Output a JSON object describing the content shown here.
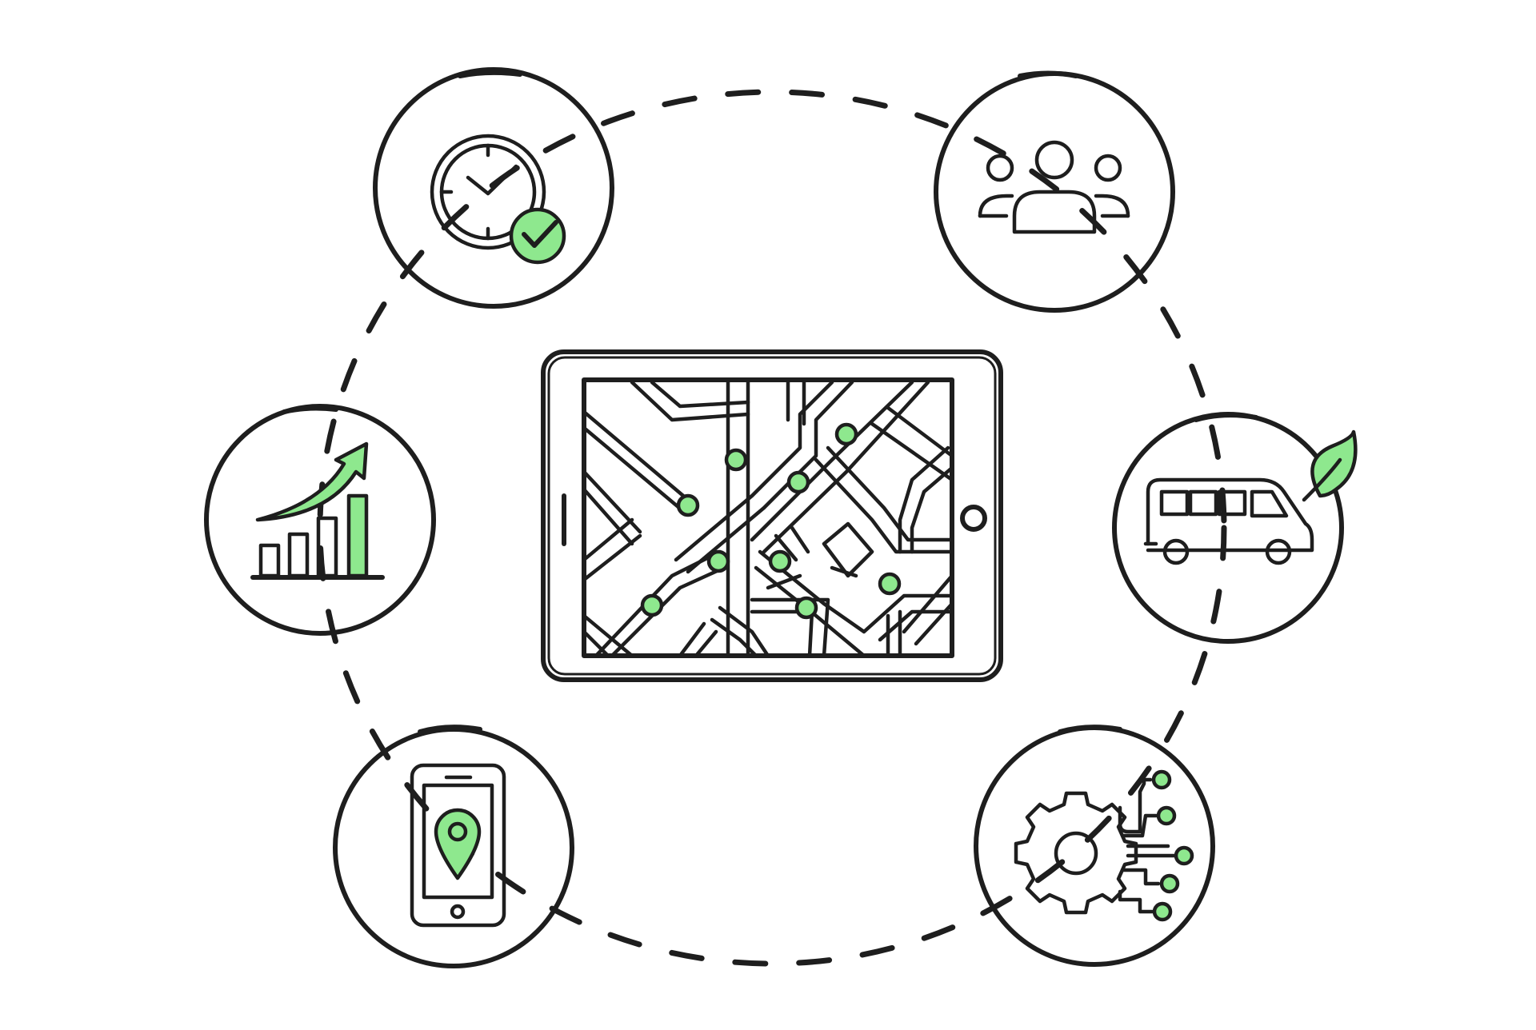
{
  "colors": {
    "ink": "#1e1e1e",
    "accent": "#8ee88e",
    "background": "#ffffff"
  },
  "center": {
    "icon": "tablet-route-map-icon"
  },
  "nodes": [
    {
      "id": "schedule",
      "icon": "clock-check-icon"
    },
    {
      "id": "people",
      "icon": "group-people-icon"
    },
    {
      "id": "growth",
      "icon": "growth-chart-icon"
    },
    {
      "id": "eco-transport",
      "icon": "eco-van-icon"
    },
    {
      "id": "mobile-location",
      "icon": "phone-location-pin-icon"
    },
    {
      "id": "tech",
      "icon": "gear-circuit-icon"
    }
  ]
}
